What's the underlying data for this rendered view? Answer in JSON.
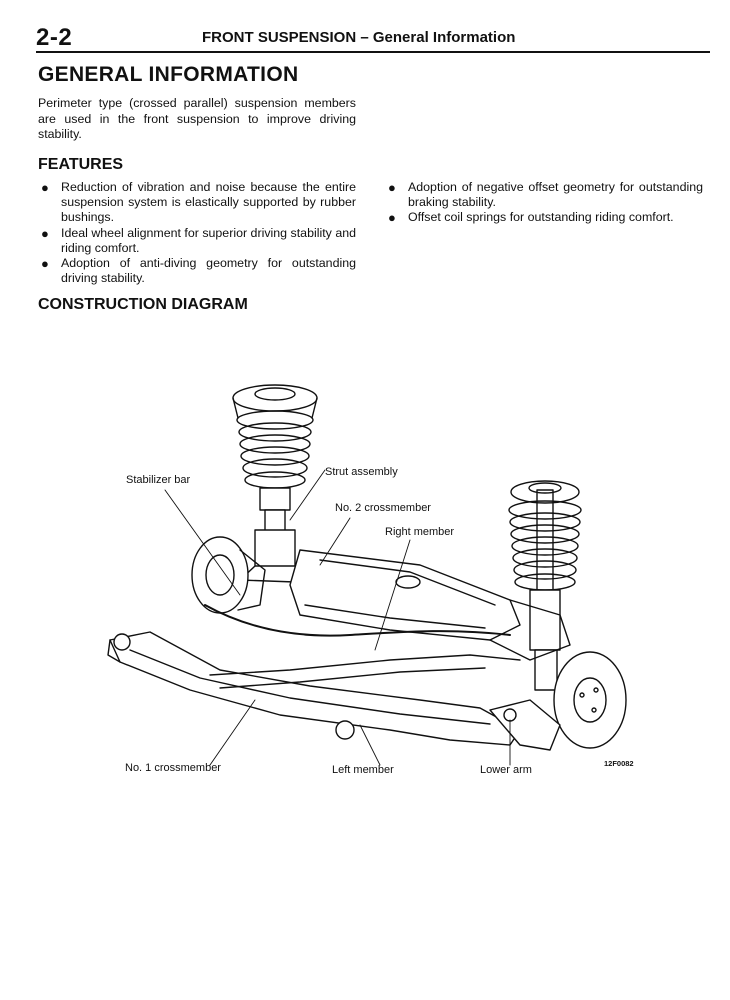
{
  "header": {
    "page_number": "2-2",
    "chapter": "FRONT SUSPENSION",
    "separator": " – ",
    "section": "General Information"
  },
  "general": {
    "title": "GENERAL INFORMATION",
    "intro": "Perimeter type (crossed parallel) suspension members are used in the front suspension to improve driving stability."
  },
  "features": {
    "heading": "FEATURES",
    "column_1": [
      "Reduction of vibration and noise because the entire suspension system is elastically supported by rubber bushings.",
      "Ideal wheel alignment for superior driving stability and riding comfort.",
      "Adoption of anti-diving geometry for outstanding driving stability."
    ],
    "column_2": [
      "Adoption of negative offset geometry for outstanding braking stability.",
      "Offset coil springs for outstanding riding comfort."
    ],
    "bullet": "●"
  },
  "diagram": {
    "heading": "CONSTRUCTION DIAGRAM",
    "labels": {
      "stabilizer_bar": "Stabilizer bar",
      "strut_assembly": "Strut assembly",
      "no2_crossmember": "No. 2 crossmember",
      "right_member": "Right member",
      "no1_crossmember": "No. 1 crossmember",
      "left_member": "Left member",
      "lower_arm": "Lower arm"
    },
    "figure_code": "12F0082"
  }
}
